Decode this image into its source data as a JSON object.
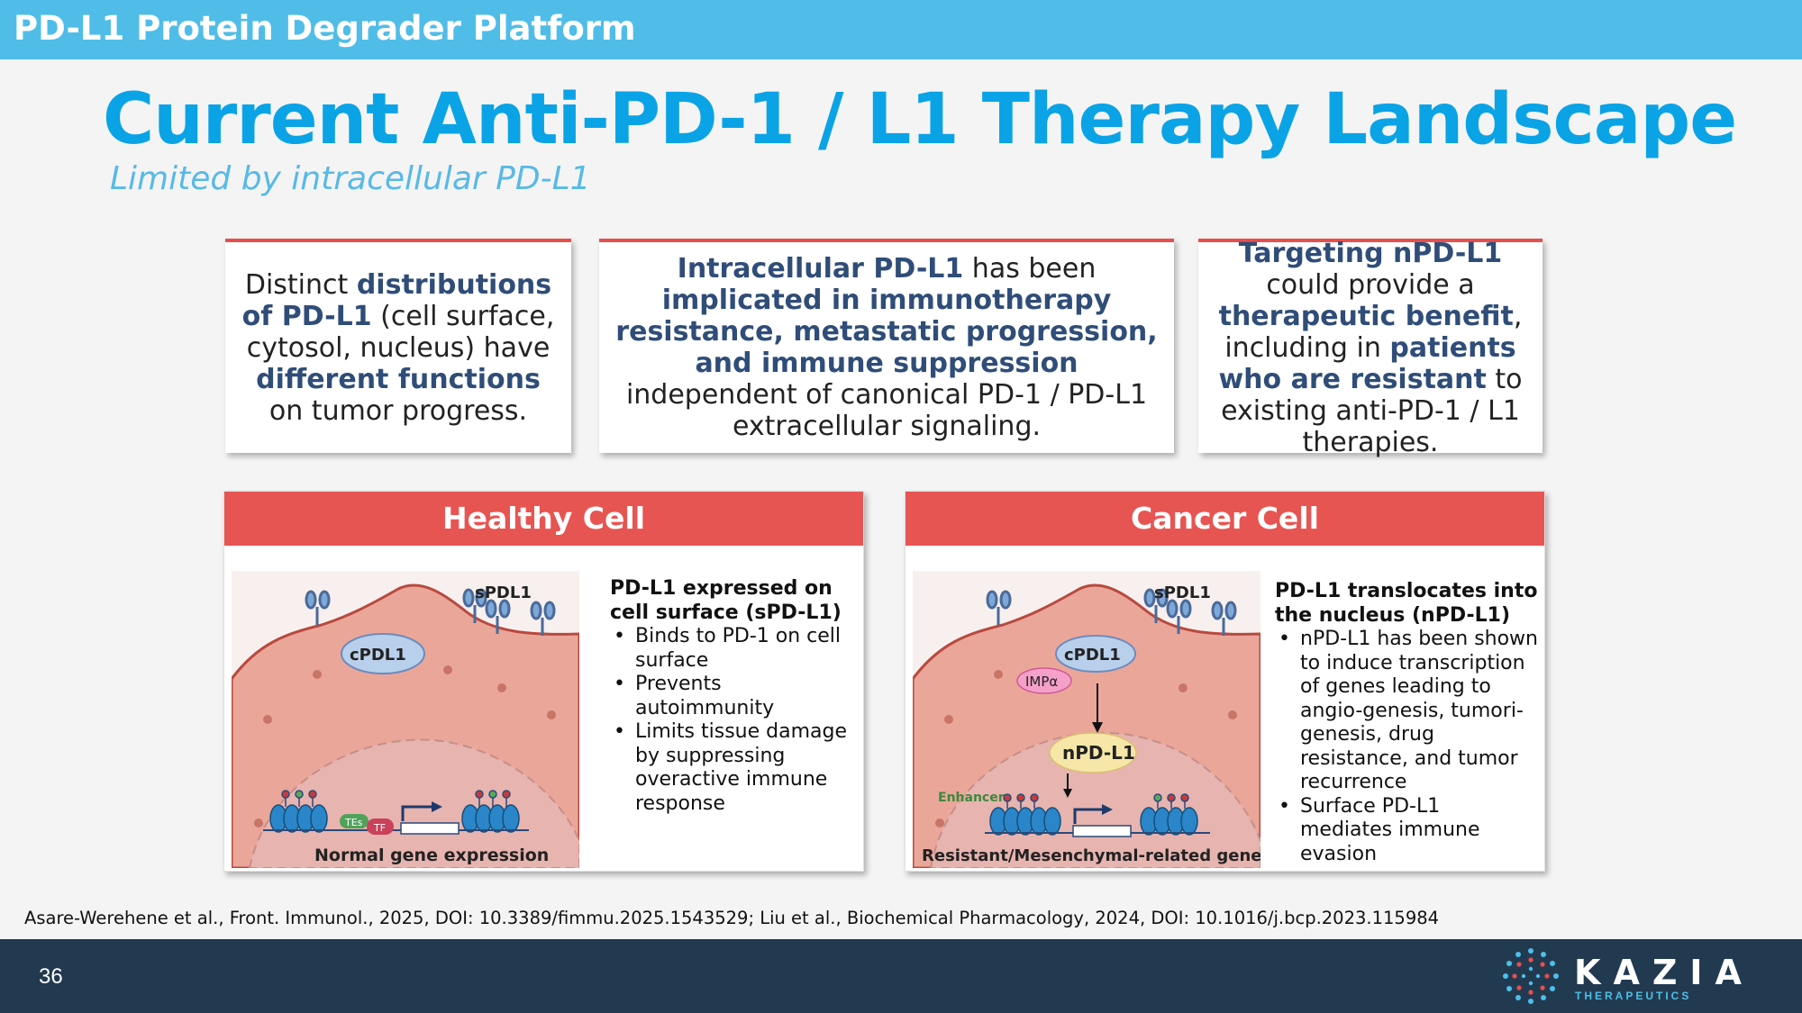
{
  "header": {
    "bar_title": "PD-L1 Protein Degrader Platform"
  },
  "slide": {
    "title": "Current Anti-PD-1 / L1 Therapy Landscape",
    "subtitle": "Limited by intracellular PD-L1"
  },
  "cards": [
    {
      "p1": "Distinct ",
      "b1": "distributions of PD-L1",
      "p2": " (cell surface, cytosol, nucleus) have ",
      "b2": "different functions",
      "p3": " on tumor progress."
    },
    {
      "b1": "Intracellular PD-L1",
      "p1": " has been ",
      "b2": "implicated in immunotherapy resistance, metastatic progression, and immune suppression",
      "p2": " independent of canonical PD-1 / PD-L1 extracellular signaling."
    },
    {
      "b1": "Targeting nPD-L1",
      "p1": " could provide a ",
      "b2": "therapeutic benefit",
      "p2": ", including in ",
      "b3": "patients who are resistant",
      "p3": " to existing anti-PD-1 / L1 therapies."
    }
  ],
  "healthy": {
    "heading": "Healthy Cell",
    "lead": "PD-L1 expressed on cell surface (sPD-L1)",
    "bullets": [
      "Binds to PD-1 on cell surface",
      "Prevents autoimmunity",
      "Limits tissue damage by suppressing overactive immune response"
    ],
    "fig": {
      "spdl1": "sPDL1",
      "cpdl1": "cPDL1",
      "tes": "TEs",
      "tf": "TF",
      "caption": "Normal gene expression"
    }
  },
  "cancer": {
    "heading": "Cancer Cell",
    "lead": "PD-L1 translocates into the nucleus (nPD-L1)",
    "bullets": [
      "nPD-L1 has been shown to induce transcription of genes leading to angio-genesis, tumori-genesis, drug resistance, and tumor recurrence",
      "Surface PD-L1 mediates immune evasion"
    ],
    "fig": {
      "spdl1": "sPDL1",
      "cpdl1": "cPDL1",
      "impa": "IMPα",
      "npdl1": "nPD-L1",
      "enhancer": "Enhancer",
      "caption": "Resistant/Mesenchymal-related genes"
    }
  },
  "references": "Asare-Werehene et al., Front. Immunol., 2025, DOI: 10.3389/fimmu.2025.1543529; Liu et al., Biochemical Pharmacology, 2024, DOI: 10.1016/j.bcp.2023.115984",
  "footer": {
    "page_number": "36",
    "logo_name": "KAZIA",
    "logo_sub": "THERAPEUTICS"
  },
  "colors": {
    "header_bar": "#50bde8",
    "title": "#0aa3e6",
    "accent_red": "#e75552",
    "emphasis": "#2f4d78",
    "footer": "#223a50"
  }
}
